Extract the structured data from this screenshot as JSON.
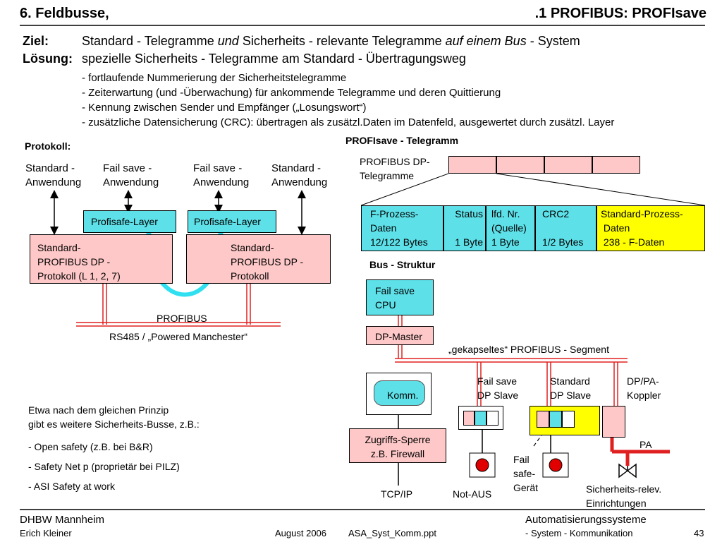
{
  "header": {
    "left_title": "6. Feldbusse,",
    "right_title": ".1 PROFIBUS: PROFIsave"
  },
  "goal": {
    "ziel_label": "Ziel:",
    "ziel_text_1": "Standard - Telegramme ",
    "ziel_text_und": "und",
    "ziel_text_2": " Sicherheits - relevante Telegramme ",
    "ziel_text_auf": "auf einem Bus",
    "ziel_text_3": " - System",
    "loesung_label": "Lösung:",
    "loesung_text": "spezielle Sicherheits - Telegramme am Standard - Übertragungsweg",
    "bullets": [
      "- fortlaufende Nummerierung der Sicherheitstelegramme",
      "- Zeiterwartung (und -Überwachung) für ankommende Telegramme und deren Quittierung",
      "- Kennung zwischen Sender und Empfänger („Losungswort“)",
      "- zusätzliche Datensicherung (CRC): übertragen als zusätzl.Daten im Datenfeld, ausgewertet durch zusätzl. Layer"
    ]
  },
  "protocol": {
    "title": "Protokoll:",
    "app_labels": [
      "Standard -\nAnwendung",
      "Fail save -\nAnwendung",
      "Fail save -\nAnwendung",
      "Standard -\nAnwendung"
    ],
    "layer_left": "Profisafe-Layer",
    "layer_right": "Profisafe-Layer",
    "stack_left": "Standard-\nPROFIBUS DP -\nProtokoll (L 1, 2, 7)",
    "stack_right": "Standard-\nPROFIBUS DP -\nProtokoll",
    "bus_label": "PROFIBUS",
    "bus_sub": "RS485 / „Powered Manchester“"
  },
  "telegram": {
    "title": "PROFIsave - Telegramm",
    "dp_label": "PROFIBUS DP-\nTelegramme",
    "fields": [
      {
        "text": "F-Prozess-\nDaten\n12/122 Bytes"
      },
      {
        "text": "Status\n\n1 Byte"
      },
      {
        "text": "lfd. Nr.\n(Quelle)\n1 Byte"
      },
      {
        "text": "CRC2\n\n1/2 Bytes"
      },
      {
        "text": "Standard-Prozess-\n Daten\n 238 - F-Daten"
      }
    ]
  },
  "bus_structure": {
    "title": "Bus - Struktur",
    "cpu": "Fail save\nCPU",
    "master": "DP-Master",
    "segment": "„gekapseltes“ PROFIBUS - Segment",
    "komm": "Komm.",
    "firewall": "Zugriffs-Sperre\nz.B. Firewall",
    "tcpip": "TCP/IP",
    "slave_fs": "Fail save\nDP Slave",
    "slave_std": "Standard\nDP Slave",
    "coupler": "DP/PA-\nKoppler",
    "pa": "PA",
    "notaus": "Not-AUS",
    "failsafe_device": "Fail\nsafe-\nGerät",
    "safety_devices": "Sicherheits-relev.\nEinrichtungen"
  },
  "other_buses": {
    "intro": "Etwa nach dem gleichen Prinzip\ngibt es weitere Sicherheits-Busse, z.B.:",
    "items": [
      "- Open safety (z.B. bei B&R)",
      "- Safety Net p (proprietär bei PILZ)",
      "- ASI  Safety at work"
    ]
  },
  "footer": {
    "org": "DHBW  Mannheim",
    "author": "Erich Kleiner",
    "date": "August 2006",
    "file": "ASA_Syst_Komm.ppt",
    "course": "Automatisierungssysteme",
    "topic": "- System - Kommunikation",
    "page": "43"
  },
  "colors": {
    "pink": "#ffc8c8",
    "cyan": "#5ee0e8",
    "yellow": "#ffff00",
    "bus_red": "#e02020",
    "arrow_cyan": "#30e0f0",
    "button_red": "#e00000"
  }
}
